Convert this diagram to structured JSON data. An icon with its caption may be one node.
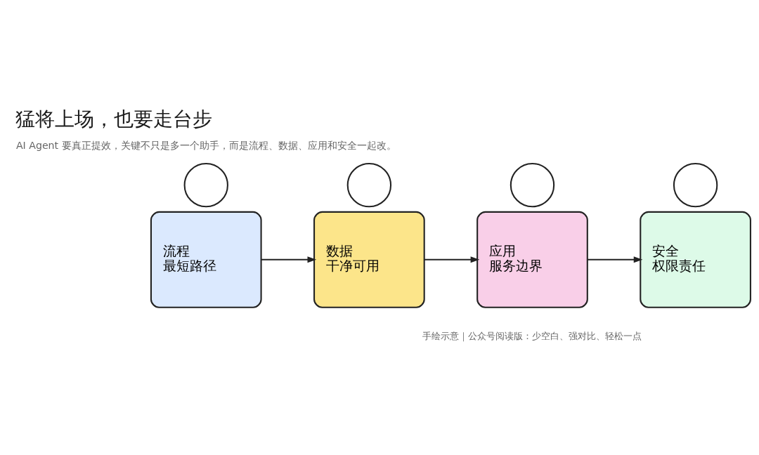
{
  "diagram": {
    "title": "猛将上场，也要走台步",
    "nodes": [
      {
        "text": [],
        "shape": "circle"
      },
      {
        "text": [
          "流程",
          "最短路径"
        ]
      },
      {
        "text": [],
        "shape": "circle"
      },
      {
        "text": [
          "数据",
          "干净可用"
        ]
      },
      {
        "text": [],
        "shape": "circle"
      },
      {
        "text": [
          "应用",
          "服务边界"
        ]
      },
      {
        "text": [],
        "shape": "circle"
      },
      {
        "text": [
          "安全",
          "权限责任"
        ]
      }
    ],
    "edges": [
      {
        "from": 1,
        "to": 3,
        "arrow": "to"
      },
      {
        "from": 3,
        "to": 5,
        "arrow": "to"
      },
      {
        "from": 5,
        "to": 7,
        "arrow": "to"
      }
    ],
    "labels": [
      "AI Agent 要真正提效，关键不只是多一个助手，而是流程、数据、应用和安全一起改。",
      "手绘示意｜公众号阅读版：少空白、强对比、轻松一点"
    ]
  }
}
